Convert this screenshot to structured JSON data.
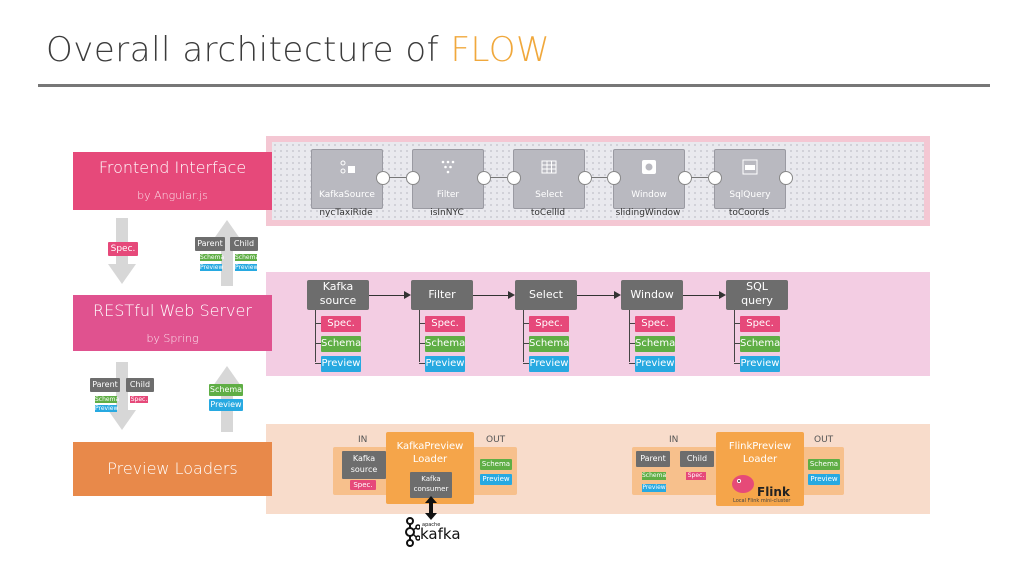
{
  "title": {
    "prefix": "Overall architecture of ",
    "highlight": "FLOW"
  },
  "layers": {
    "frontend": {
      "name": "Frontend Interface",
      "sub": "by Angular.js"
    },
    "rest": {
      "name": "RESTful Web Server",
      "sub": "by Spring"
    },
    "preview": {
      "name": "Preview Loaders"
    }
  },
  "frontend_nodes": [
    {
      "type": "KafkaSource",
      "name": "nycTaxiRide",
      "icon": "kafka-source-icon"
    },
    {
      "type": "Filter",
      "name": "isInNYC",
      "icon": "filter-icon"
    },
    {
      "type": "Select",
      "name": "toCellId",
      "icon": "table-icon"
    },
    {
      "type": "Window",
      "name": "slidingWindow",
      "icon": "window-icon"
    },
    {
      "type": "SqlQuery",
      "name": "toCoords",
      "icon": "sql-icon"
    }
  ],
  "rest_ops": [
    {
      "label": "Kafka\nsource"
    },
    {
      "label": "Filter"
    },
    {
      "label": "Select"
    },
    {
      "label": "Window"
    },
    {
      "label": "SQL\nquery"
    }
  ],
  "tags": {
    "spec": "Spec.",
    "schema": "Schema",
    "preview": "Preview"
  },
  "connectors": {
    "spec": "Spec.",
    "parent": "Parent",
    "child": "Child",
    "schema": "Schema",
    "preview": "Preview"
  },
  "kafka_loader": {
    "in": "IN",
    "out": "OUT",
    "name": "KafkaPreview\nLoader",
    "source": "Kafka\nsource",
    "consumer": "Kafka\nconsumer",
    "spec": "Spec.",
    "schema": "Schema",
    "preview": "Preview",
    "logo": "kafka",
    "logo_super": "apache"
  },
  "flink_loader": {
    "in": "IN",
    "out": "OUT",
    "name": "FlinkPreview\nLoader",
    "parent": "Parent",
    "child": "Child",
    "spec": "Spec.",
    "schema": "Schema",
    "preview": "Preview",
    "logo": "Flink",
    "logo_caption": "Local Flink mini-cluster"
  },
  "colors": {
    "frontend": "#e6497a",
    "rest": "#e0528f",
    "preview": "#e8894a",
    "band_front": "#f4c7d3",
    "band_rest": "#f3cde3",
    "band_preview": "#f8dccb",
    "orange": "#f5a54a"
  }
}
